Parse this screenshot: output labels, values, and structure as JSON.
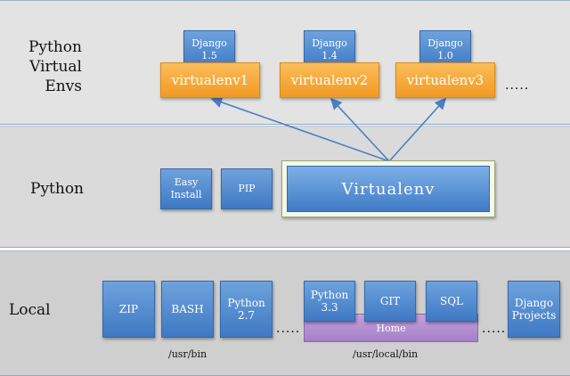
{
  "layers": {
    "venvs_line1": "Python",
    "venvs_line2": "Virtual",
    "venvs_line3": "Envs",
    "python": "Python",
    "local": "Local"
  },
  "venvs": [
    {
      "name": "virtualenv1",
      "django_line1": "Django",
      "django_line2": "1.5"
    },
    {
      "name": "virtualenv2",
      "django_line1": "Django",
      "django_line2": "1.4"
    },
    {
      "name": "virtualenv3",
      "django_line1": "Django",
      "django_line2": "1.0"
    }
  ],
  "venvs_more": ".....",
  "python_tools": {
    "easy_install_line1": "Easy",
    "easy_install_line2": "Install",
    "pip": "PIP",
    "virtualenv": "Virtualenv"
  },
  "local": {
    "zip": "ZIP",
    "bash": "BASH",
    "python27_line1": "Python",
    "python27_line2": "2.7",
    "dots1": ".....",
    "python33_line1": "Python",
    "python33_line2": "3.3",
    "git": "GIT",
    "sql": "SQL",
    "home": "Home",
    "dots2": ".....",
    "django_projects_line1": "Django",
    "django_projects_line2": "Projects",
    "usr_bin": "/usr/bin",
    "usr_local_bin": "/usr/local/bin"
  },
  "colors": {
    "blue_box": "#4f87cf",
    "orange_box": "#f5a93a",
    "purple_bar": "#b28fd2",
    "arrow": "#4d7fc4"
  }
}
